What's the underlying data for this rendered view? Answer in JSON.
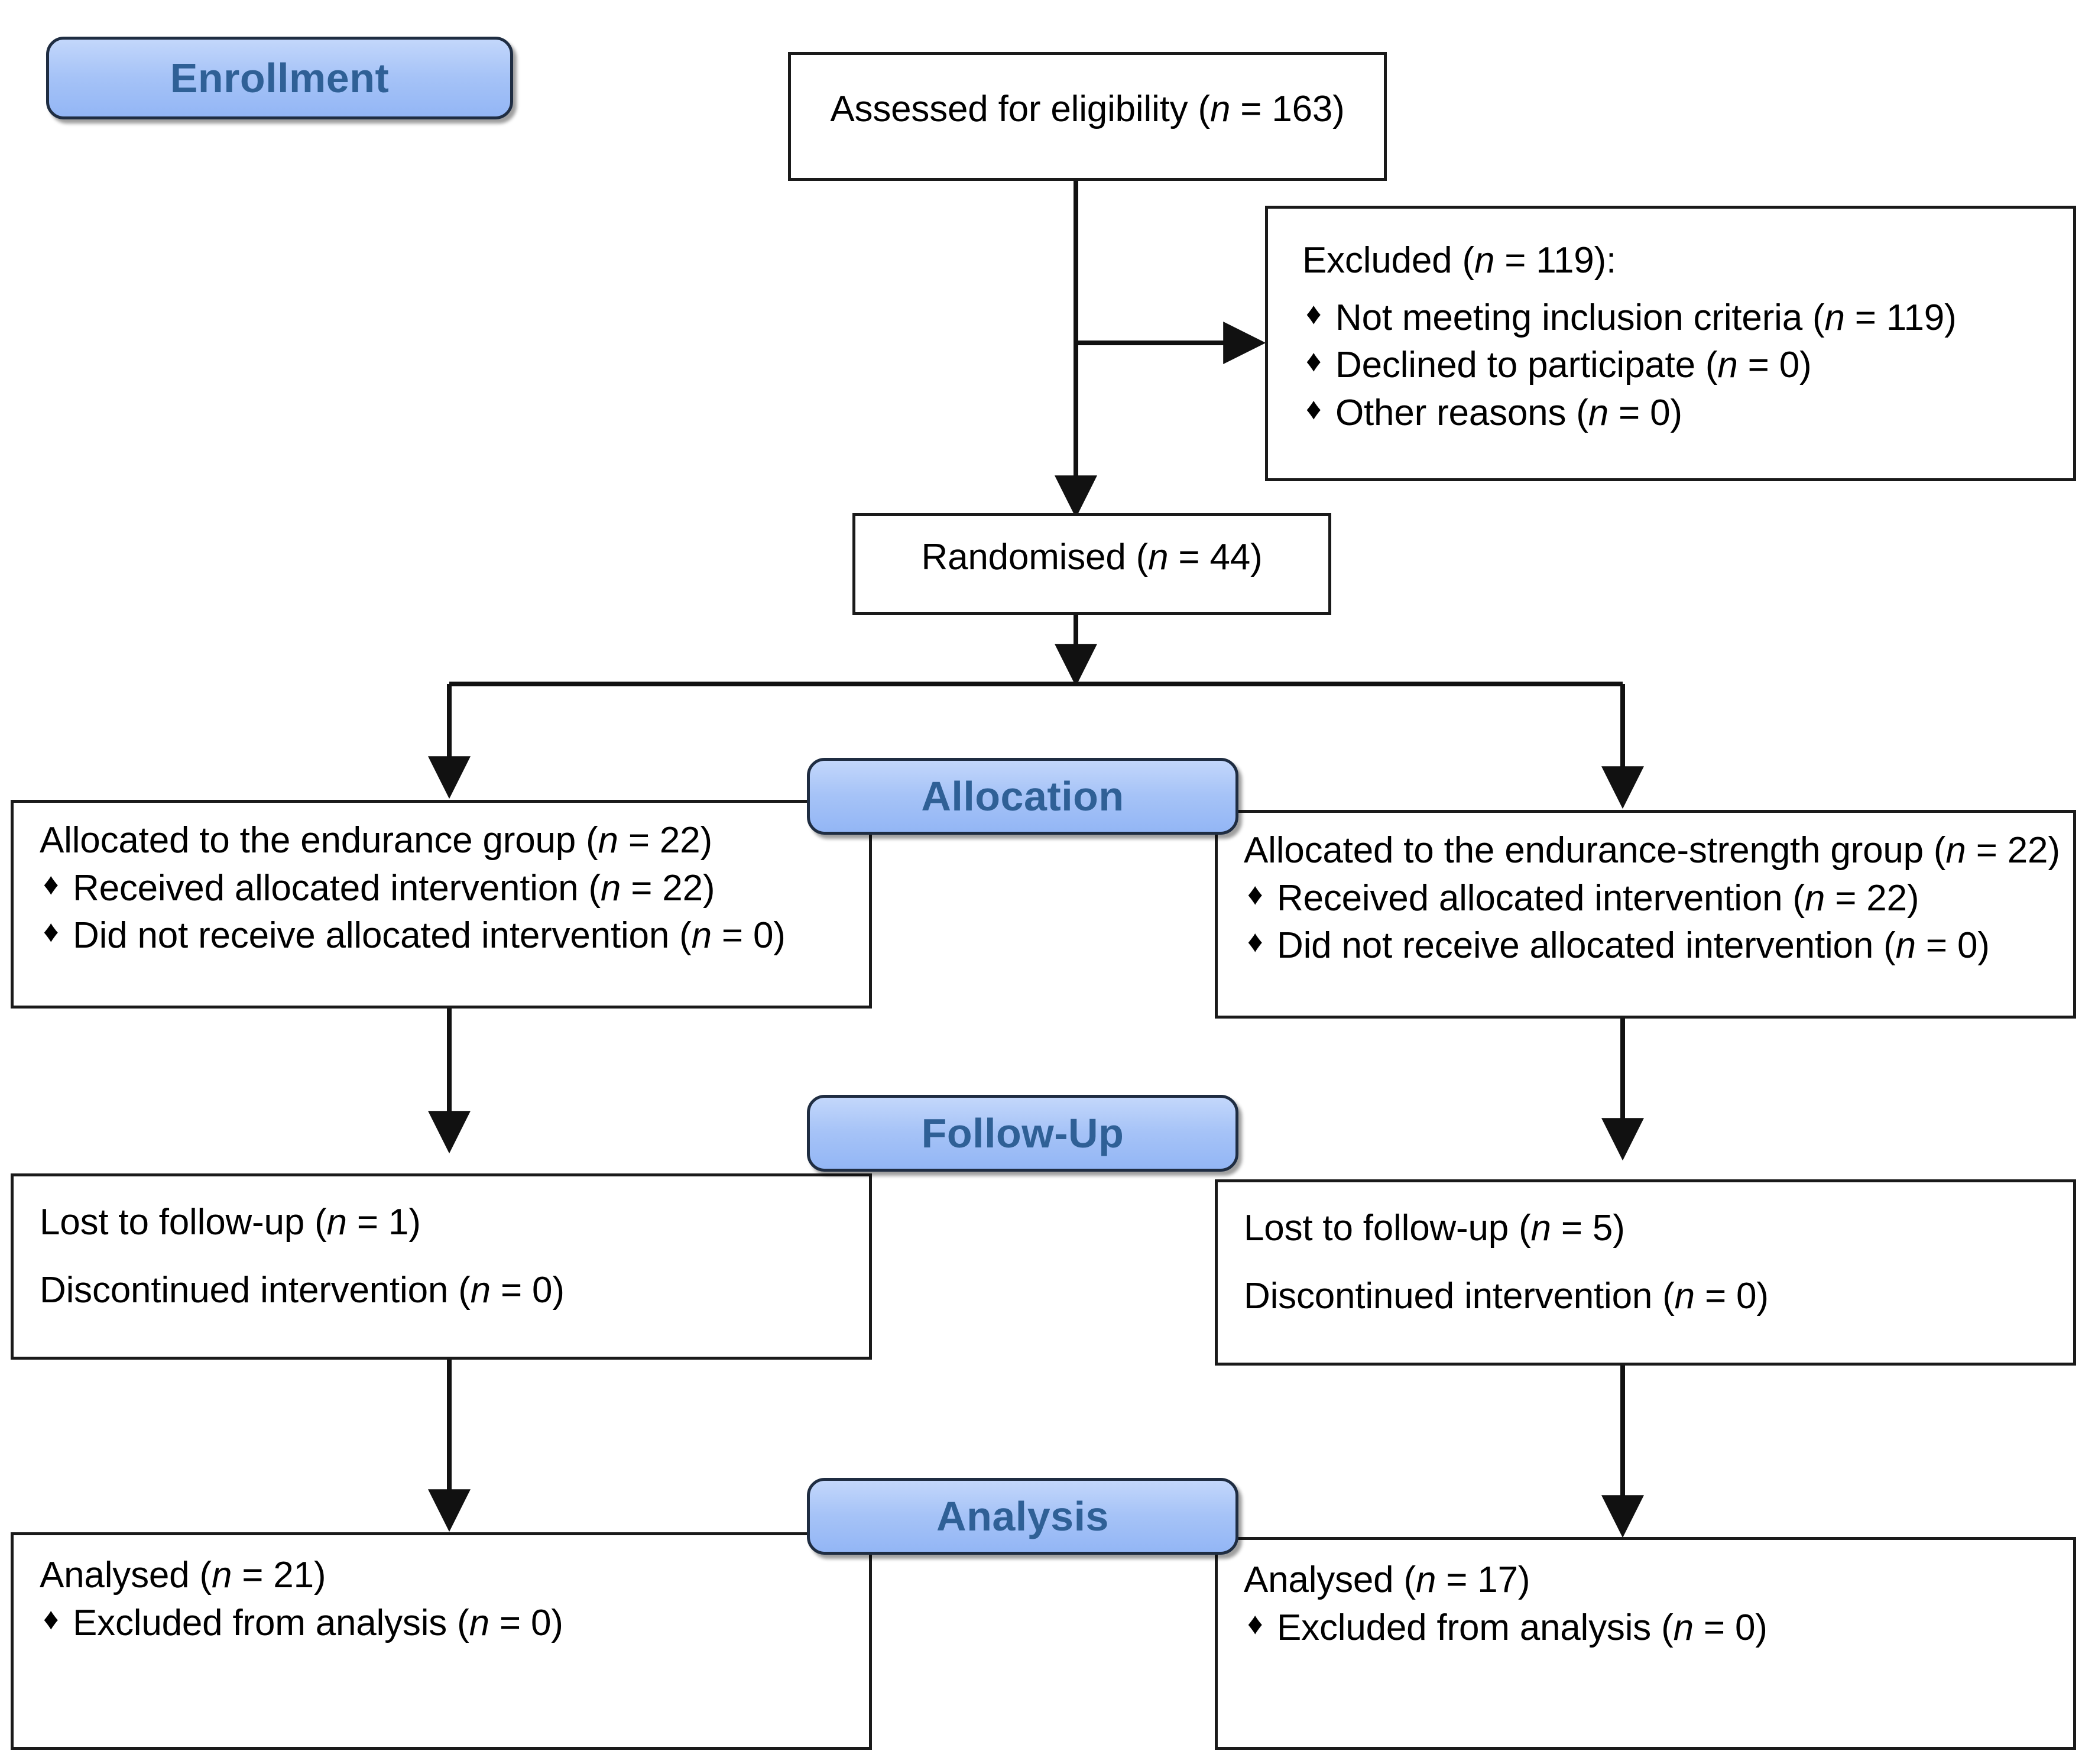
{
  "diagram": {
    "title": "CONSORT flow diagram",
    "accent_badge_fill": "#a6c3f7",
    "accent_badge_border": "#1f2d42",
    "accent_badge_text": "#2f6096",
    "box_border": "#1a1a1a",
    "box_fill": "#ffffff",
    "text_color": "#000000",
    "bullet_glyph": "♦"
  },
  "stages": {
    "enrollment": "Enrollment",
    "allocation": "Allocation",
    "follow_up": "Follow-Up",
    "analysis": "Analysis"
  },
  "enrollment": {
    "assessed": {
      "label": "Assessed for eligibility (",
      "n_symbol": "n",
      "eq": " = ",
      "value": "163",
      "close": ")"
    },
    "excluded": {
      "heading": {
        "label": "Excluded (",
        "n_symbol": "n",
        "eq": " = ",
        "value": "119",
        "close": "):"
      },
      "reasons": [
        {
          "label": "Not meeting inclusion criteria (",
          "n_symbol": "n",
          "eq": " = ",
          "value": "119",
          "close": ")"
        },
        {
          "label": "Declined to participate (",
          "n_symbol": "n",
          "eq": " = ",
          "value": "0",
          "close": ")"
        },
        {
          "label": "Other reasons (",
          "n_symbol": "n",
          "eq": " = ",
          "value": "0",
          "close": ")"
        }
      ]
    },
    "randomised": {
      "label": "Randomised (",
      "n_symbol": "n",
      "eq": " = ",
      "value": "44",
      "close": ")"
    }
  },
  "arms": {
    "left": {
      "allocation": {
        "heading": {
          "label": "Allocated to the endurance group (",
          "n_symbol": "n",
          "eq": " = ",
          "value": "22",
          "close": ")"
        },
        "items": [
          {
            "label": "Received allocated intervention (",
            "n_symbol": "n",
            "eq": " = ",
            "value": "22",
            "close": ")"
          },
          {
            "label": "Did not receive allocated intervention (",
            "n_symbol": "n",
            "eq": " = ",
            "value": "0",
            "close": ")"
          }
        ]
      },
      "follow_up": {
        "lines": [
          {
            "label": "Lost to follow-up (",
            "n_symbol": "n",
            "eq": " = ",
            "value": "1",
            "close": ")"
          },
          {
            "label": "Discontinued intervention (",
            "n_symbol": "n",
            "eq": " = ",
            "value": "0",
            "close": ")"
          }
        ]
      },
      "analysis": {
        "heading": {
          "label": "Analysed (",
          "n_symbol": "n",
          "eq": " = ",
          "value": "21",
          "close": ")"
        },
        "items": [
          {
            "label": "Excluded from analysis (",
            "n_symbol": "n",
            "eq": " = ",
            "value": "0",
            "close": ")"
          }
        ]
      }
    },
    "right": {
      "allocation": {
        "heading": {
          "label": "Allocated to the endurance-strength group (",
          "n_symbol": "n",
          "eq": " = ",
          "value": "22",
          "close": ")"
        },
        "items": [
          {
            "label": "Received allocated intervention (",
            "n_symbol": "n",
            "eq": " = ",
            "value": "22",
            "close": ")"
          },
          {
            "label": "Did not receive allocated intervention (",
            "n_symbol": "n",
            "eq": " = ",
            "value": "0",
            "close": ")"
          }
        ]
      },
      "follow_up": {
        "lines": [
          {
            "label": "Lost to follow-up (",
            "n_symbol": "n",
            "eq": " = ",
            "value": "5",
            "close": ")"
          },
          {
            "label": "Discontinued intervention (",
            "n_symbol": "n",
            "eq": " = ",
            "value": "0",
            "close": ")"
          }
        ]
      },
      "analysis": {
        "heading": {
          "label": "Analysed (",
          "n_symbol": "n",
          "eq": " = ",
          "value": "17",
          "close": ")"
        },
        "items": [
          {
            "label": "Excluded from analysis (",
            "n_symbol": "n",
            "eq": " = ",
            "value": "0",
            "close": ")"
          }
        ]
      }
    }
  }
}
